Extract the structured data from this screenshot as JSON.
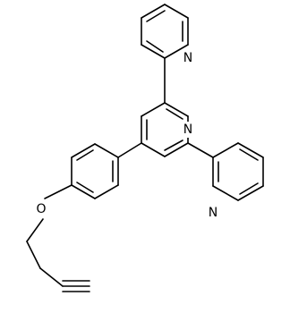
{
  "molecule": {
    "atoms": {
      "n_top_pyridine": "N",
      "n_central_pyridine": "N",
      "n_right_pyridine": "N",
      "o_ether": "O"
    }
  },
  "colors": {
    "background": "#ffffff",
    "bond": "#000000",
    "label": "#000000"
  }
}
